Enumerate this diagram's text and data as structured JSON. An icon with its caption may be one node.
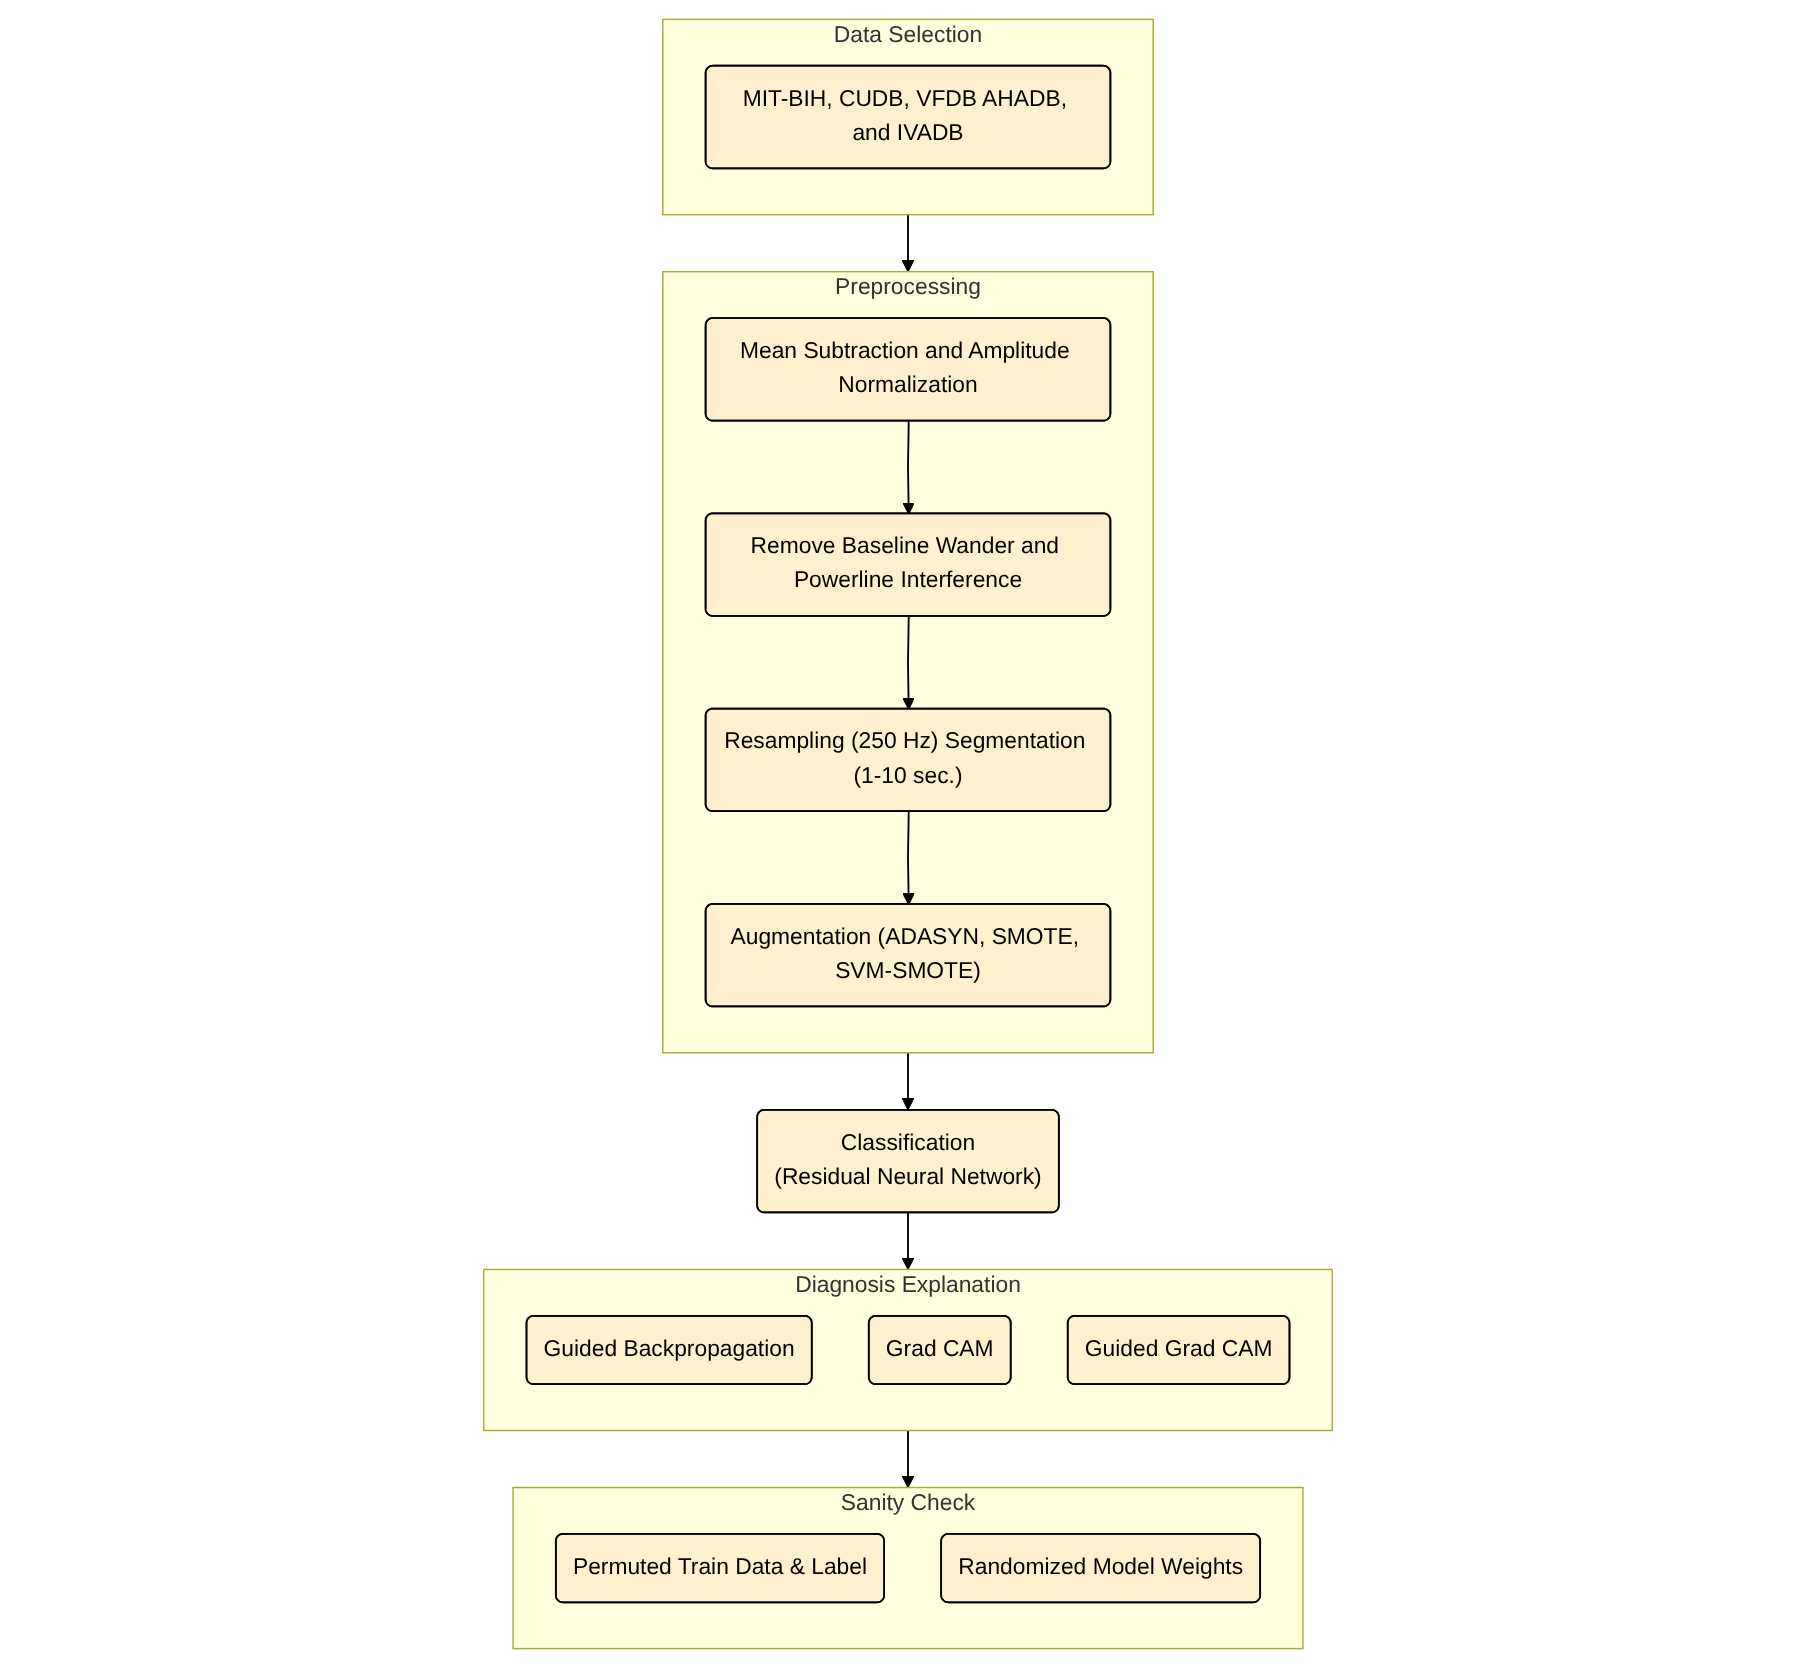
{
  "diagram": {
    "nodes": [
      {
        "text": [
          "Data Selection"
        ]
      },
      {
        "text": [
          "MIT-BIH, CUDB, VFDB AHADB, and IVADB"
        ],
        "in": 0
      },
      {
        "text": [
          "Preprocessing"
        ]
      },
      {
        "text": [
          "Mean Subtraction and Amplitude Normalization"
        ],
        "in": 2
      },
      {
        "text": [
          "Remove Baseline Wander and Powerline Interference"
        ],
        "in": 2
      },
      {
        "text": [
          "Resampling (250 Hz) Segmentation (1-10 sec.)"
        ],
        "in": 2
      },
      {
        "text": [
          "Augmentation (ADASYN, SMOTE, SVM-SMOTE)"
        ],
        "in": 2
      },
      {
        "text": [
          "Sanity Check"
        ]
      },
      {
        "text": [
          "Permuted Train Data & Label"
        ],
        "in": 7
      },
      {
        "text": [
          "Randomized Model Weights"
        ],
        "in": 7
      },
      {
        "text": [
          "Diagnosis Explanation"
        ]
      },
      {
        "text": [
          "Guided Backpropagation"
        ],
        "in": 10
      },
      {
        "text": [
          "Grad CAM"
        ],
        "in": 10
      },
      {
        "text": [
          "Guided Grad CAM"
        ],
        "in": 10
      },
      {
        "text": [
          "Classification",
          "(Residual Neural Network)"
        ]
      }
    ],
    "edges": [
      {
        "from": 0,
        "to": 2,
        "arrow": "to"
      },
      {
        "from": 3,
        "to": 4,
        "arrow": "to"
      },
      {
        "from": 4,
        "to": 5,
        "arrow": "to"
      },
      {
        "from": 5,
        "to": 6,
        "arrow": "to"
      },
      {
        "from": 2,
        "to": 14,
        "arrow": "to"
      },
      {
        "from": 14,
        "to": 10,
        "arrow": "to"
      },
      {
        "from": 10,
        "to": 7,
        "arrow": "to"
      }
    ]
  }
}
